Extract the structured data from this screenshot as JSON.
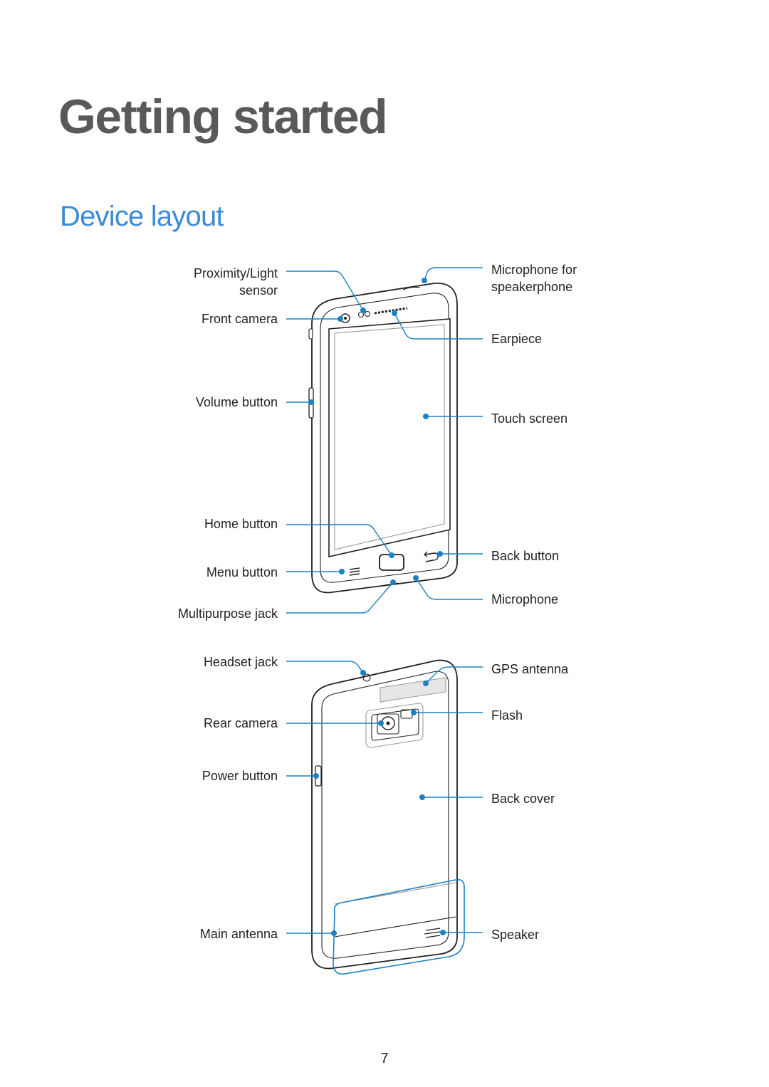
{
  "chapter_title": "Getting started",
  "section_title": "Device layout",
  "colors": {
    "heading": "#58595b",
    "section": "#3d8ad6",
    "callout": "#1a82c3"
  },
  "front_labels": {
    "proximity_sensor": [
      "Proximity/Light",
      "sensor"
    ],
    "front_camera": "Front camera",
    "volume_button": "Volume button",
    "home_button": "Home button",
    "menu_button": "Menu button",
    "multipurpose_jack": "Multipurpose jack",
    "microphone_speakerphone": [
      "Microphone for",
      "speakerphone"
    ],
    "earpiece": "Earpiece",
    "touch_screen": "Touch screen",
    "back_button": "Back button",
    "microphone": "Microphone"
  },
  "rear_labels": {
    "headset_jack": "Headset jack",
    "rear_camera": "Rear camera",
    "power_button": "Power button",
    "main_antenna": "Main antenna",
    "gps_antenna": "GPS antenna",
    "flash": "Flash",
    "back_cover": "Back cover",
    "speaker": "Speaker"
  },
  "page_number": "7"
}
